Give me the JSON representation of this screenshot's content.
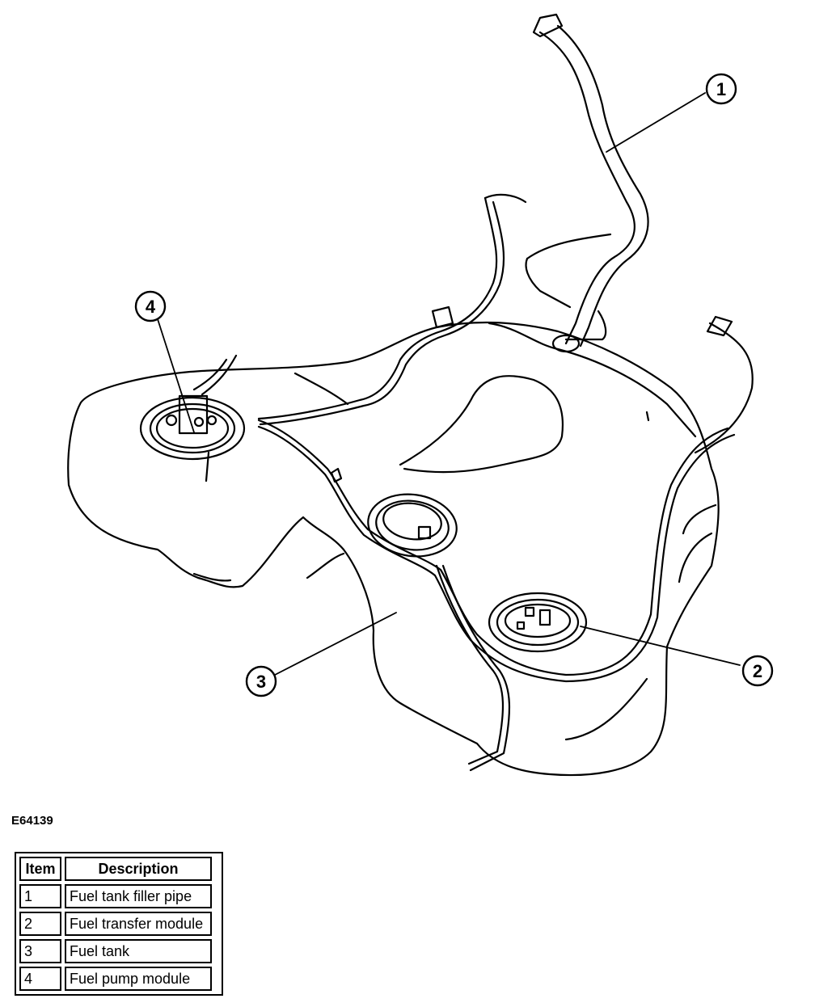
{
  "diagram": {
    "figure_code": "E64139",
    "callouts": [
      "1",
      "2",
      "3",
      "4"
    ]
  },
  "legend": {
    "headers": {
      "item": "Item",
      "description": "Description"
    },
    "rows": [
      {
        "item": "1",
        "description": "Fuel tank filler pipe"
      },
      {
        "item": "2",
        "description": "Fuel transfer module"
      },
      {
        "item": "3",
        "description": "Fuel tank"
      },
      {
        "item": "4",
        "description": "Fuel pump module"
      }
    ]
  }
}
